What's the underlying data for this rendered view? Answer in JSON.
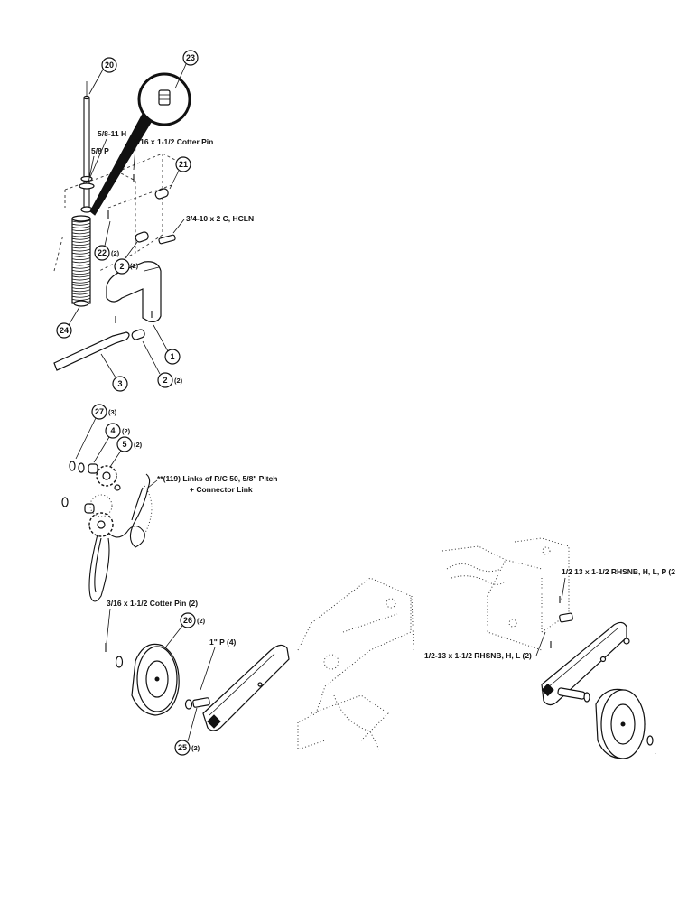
{
  "callouts": {
    "c20": "20",
    "c23": "23",
    "c21": "21",
    "c22": "22",
    "c22_qty": "(2)",
    "c2a": "2",
    "c2a_qty": "(2)",
    "c24": "24",
    "c1": "1",
    "c3": "3",
    "c2b": "2",
    "c2b_qty": "(2)",
    "c27": "27",
    "c27_qty": "(3)",
    "c4": "4",
    "c4_qty": "(2)",
    "c5": "5",
    "c5_qty": "(2)",
    "c26": "26",
    "c26_qty": "(2)",
    "c25": "25",
    "c25_qty": "(2)"
  },
  "labels": {
    "nut": "5/8-11 H",
    "washer": "5/8 P",
    "cotter_top": "3/16 x 1-1/2 Cotter Pin",
    "bolt": "3/4-10 x 2 C, HCLN",
    "chain_line1": "**(119) Links of R/C 50, 5/8\" Pitch",
    "chain_line2": "+ Connector Link",
    "cotter_wheel": "3/16 x 1-1/2 Cotter Pin (2)",
    "washer_1in": "1\" P (4)",
    "bolt_upper": "1/2 13 x 1-1/2 RHSNB, H, L, P (2",
    "bolt_lower": "1/2-13 x 1-1/2 RHSNB, H, L (2)"
  }
}
